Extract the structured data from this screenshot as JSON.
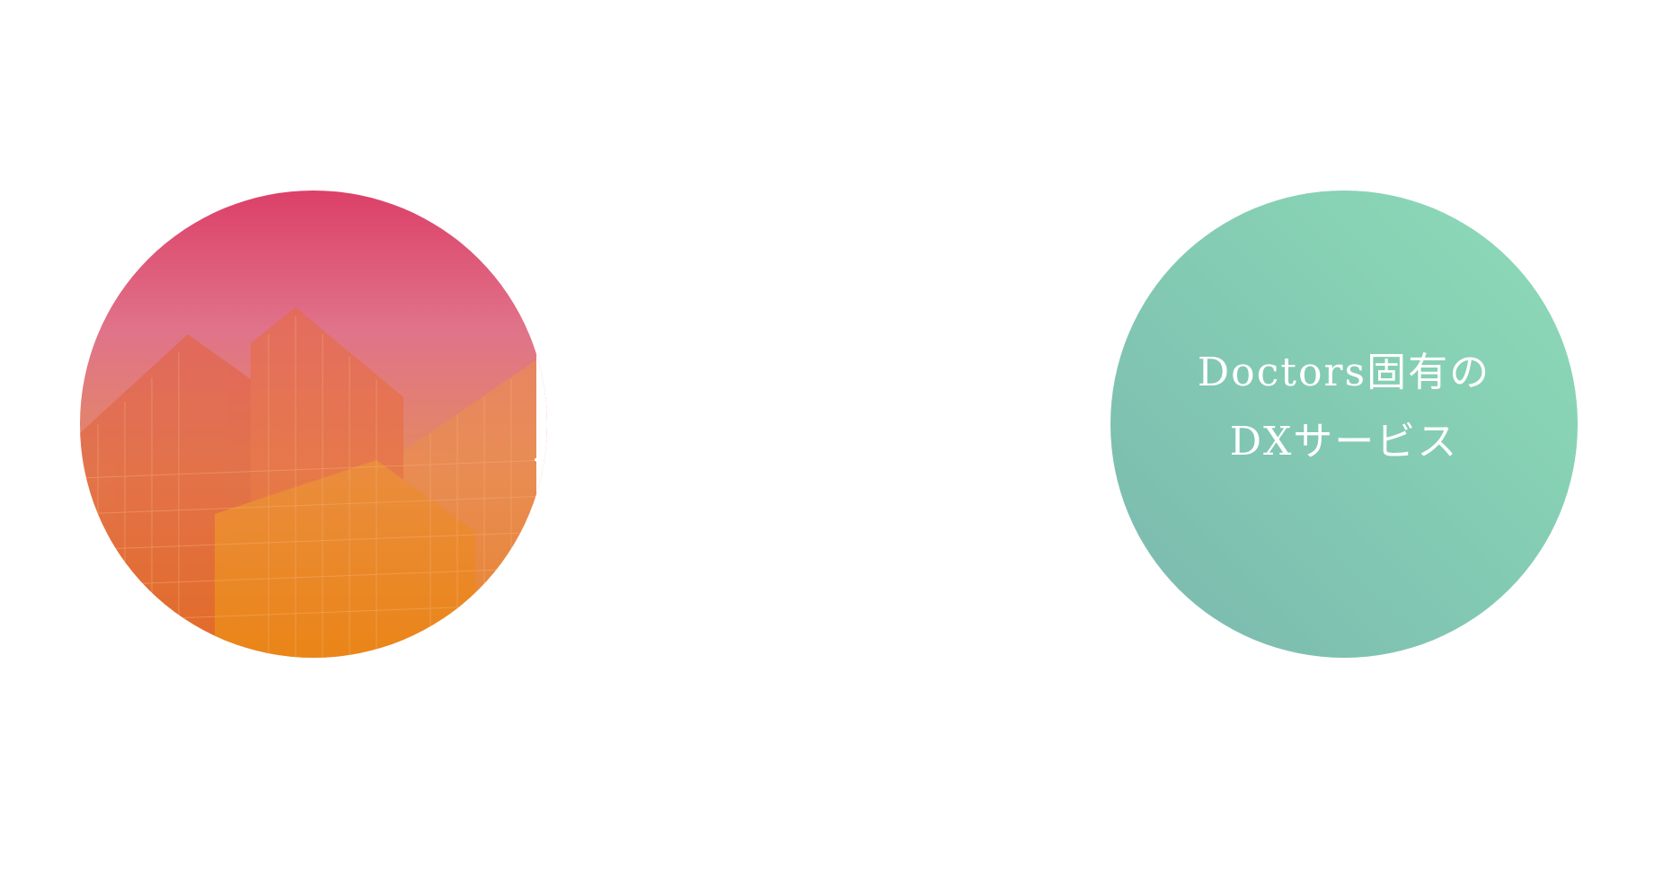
{
  "hero": {
    "left_card": {
      "image": "building-photo",
      "partial_text": "<",
      "gradient": {
        "top": "#dc4068",
        "bottom": "#e37a10"
      }
    },
    "right_card": {
      "title_line1": "Doctors固有の",
      "title_line2": "DXサービス",
      "gradient": {
        "from": "#8edbb7",
        "to": "#7ab8ae"
      }
    }
  }
}
